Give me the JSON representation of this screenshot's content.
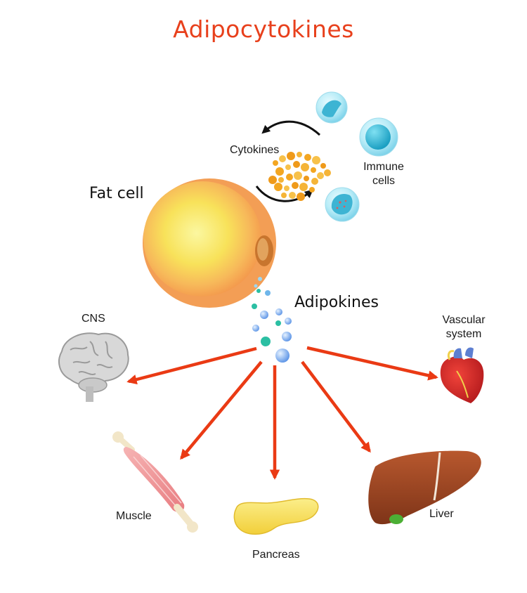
{
  "title": "Adipocytokines",
  "labels": {
    "fat_cell": "Fat cell",
    "cytokines": "Cytokines",
    "immune_cells": "Immune\ncells",
    "adipokines": "Adipokines",
    "cns": "CNS",
    "vascular_system": "Vascular\nsystem",
    "muscle": "Muscle",
    "pancreas": "Pancreas",
    "liver": "Liver"
  },
  "colors": {
    "title": "#e8401c",
    "arrow": "#ea3a14",
    "fat_cell": "#f6a45a",
    "cytokine_granule": "#f3a621",
    "immune_cell": "#35b8d6"
  }
}
